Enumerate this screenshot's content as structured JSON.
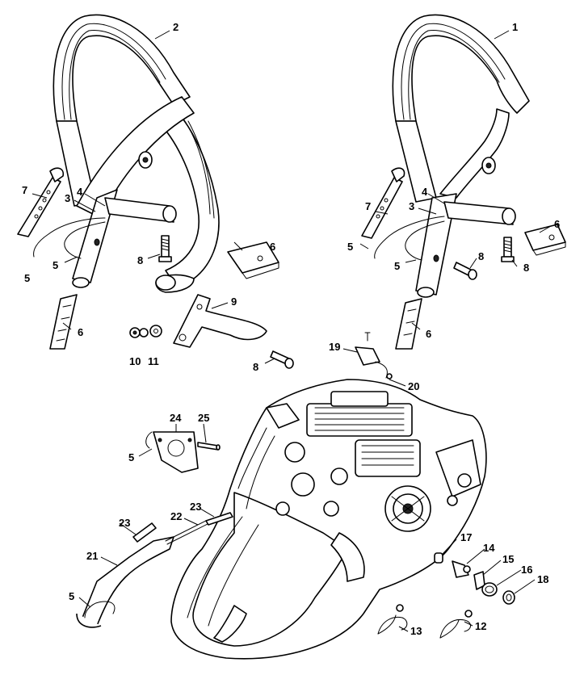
{
  "callouts": {
    "n1": "1",
    "n2": "2",
    "n3": "3",
    "n4": "4",
    "n5": "5",
    "n6": "6",
    "n7": "7",
    "n8": "8",
    "n9": "9",
    "n10": "10",
    "n11": "11",
    "n12": "12",
    "n13": "13",
    "n14": "14",
    "n15": "15",
    "n16": "16",
    "n17": "17",
    "n18": "18",
    "n19": "19",
    "n20": "20",
    "n21": "21",
    "n22": "22",
    "n23": "23",
    "n24": "24",
    "n25": "25"
  },
  "colors": {
    "line": "#000000",
    "background": "#ffffff"
  }
}
